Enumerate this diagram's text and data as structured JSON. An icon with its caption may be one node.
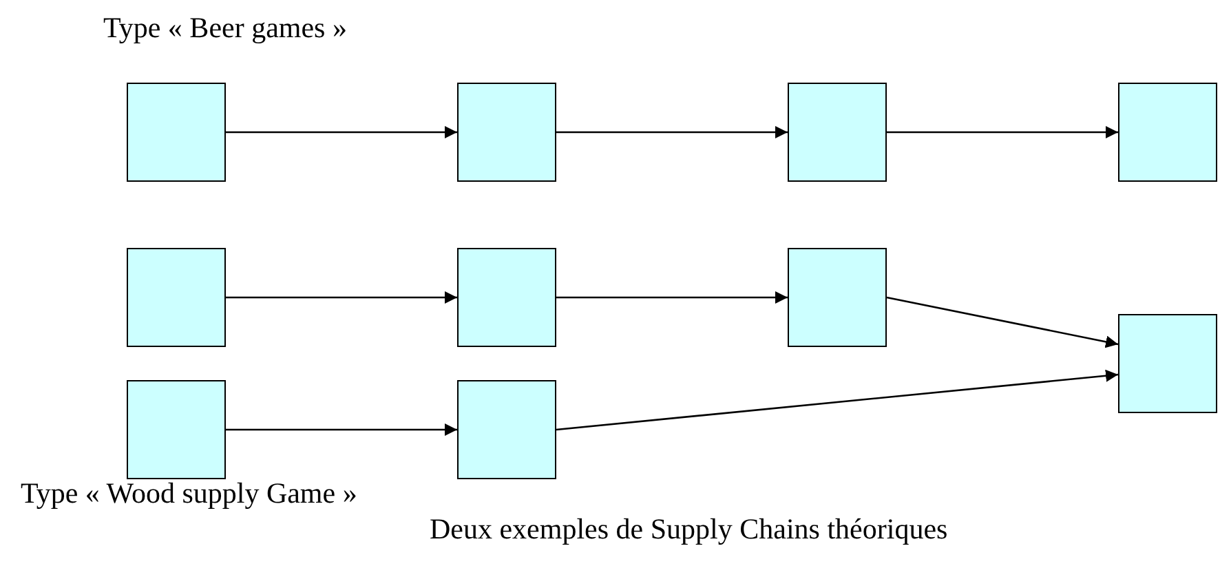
{
  "diagram": {
    "caption": "Deux exemples de Supply Chains théoriques",
    "nodes": [
      {
        "text": [],
        "shape": "box"
      },
      {
        "text": [],
        "shape": "box"
      },
      {
        "text": [],
        "shape": "box"
      },
      {
        "text": [],
        "shape": "box"
      },
      {
        "text": [],
        "shape": "box"
      },
      {
        "text": [],
        "shape": "box"
      },
      {
        "text": [],
        "shape": "box"
      },
      {
        "text": [],
        "shape": "box"
      },
      {
        "text": [],
        "shape": "box"
      },
      {
        "text": [],
        "shape": "box"
      }
    ],
    "edges": [
      {
        "from": 0,
        "to": 1,
        "arrow": "to"
      },
      {
        "from": 1,
        "to": 2,
        "arrow": "to"
      },
      {
        "from": 2,
        "to": 3,
        "arrow": "to"
      },
      {
        "from": 4,
        "to": 5,
        "arrow": "to"
      },
      {
        "from": 5,
        "to": 6,
        "arrow": "to"
      },
      {
        "from": 6,
        "to": 7,
        "arrow": "to"
      },
      {
        "from": 8,
        "to": 9,
        "arrow": "to"
      },
      {
        "from": 9,
        "to": 7,
        "arrow": "to"
      }
    ],
    "labels": [
      "Type « Beer games »",
      "Type « Wood supply Game »"
    ]
  }
}
